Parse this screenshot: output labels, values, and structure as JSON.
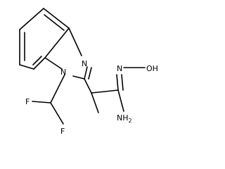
{
  "molecule": {
    "atoms": {
      "n1": "N",
      "n3": "N",
      "f_upper": "F",
      "f_lower": "F",
      "n_oxime": "N",
      "hydroxyl": "OH",
      "amine": "NH",
      "amine_sub": "2"
    }
  }
}
